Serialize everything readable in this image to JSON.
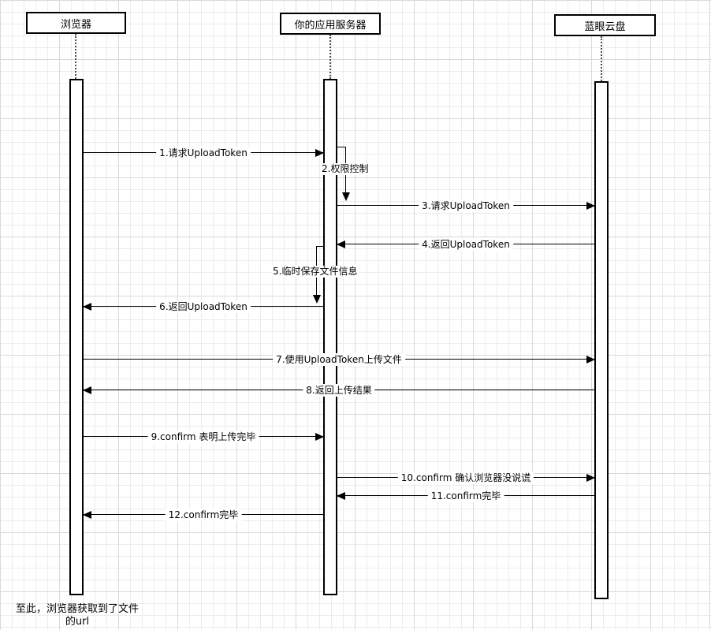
{
  "diagram": {
    "title": "upload-token-sequence",
    "actors": [
      {
        "label": "浏览器"
      },
      {
        "label": "你的应用服务器"
      },
      {
        "label": "蓝眼云盘"
      }
    ],
    "messages": [
      {
        "label": "1.请求UploadToken"
      },
      {
        "label": "2.权限控制"
      },
      {
        "label": "3.请求UploadToken"
      },
      {
        "label": "4.返回UploadToken"
      },
      {
        "label": "5.临时保存文件信息"
      },
      {
        "label": "6.返回UploadToken"
      },
      {
        "label": "7.使用UploadToken上传文件"
      },
      {
        "label": "8.返回上传结果"
      },
      {
        "label": "9.confirm 表明上传完毕"
      },
      {
        "label": "10.confirm 确认浏览器没说谎"
      },
      {
        "label": "11.confirm完毕"
      },
      {
        "label": "12.confirm完毕"
      }
    ],
    "note": "至此，浏览器获取到了文件\n的url",
    "colors": {
      "line": "#000000",
      "background": "#ffffff",
      "grid_minor": "#ececec",
      "grid_major": "#d9d9d9"
    }
  }
}
